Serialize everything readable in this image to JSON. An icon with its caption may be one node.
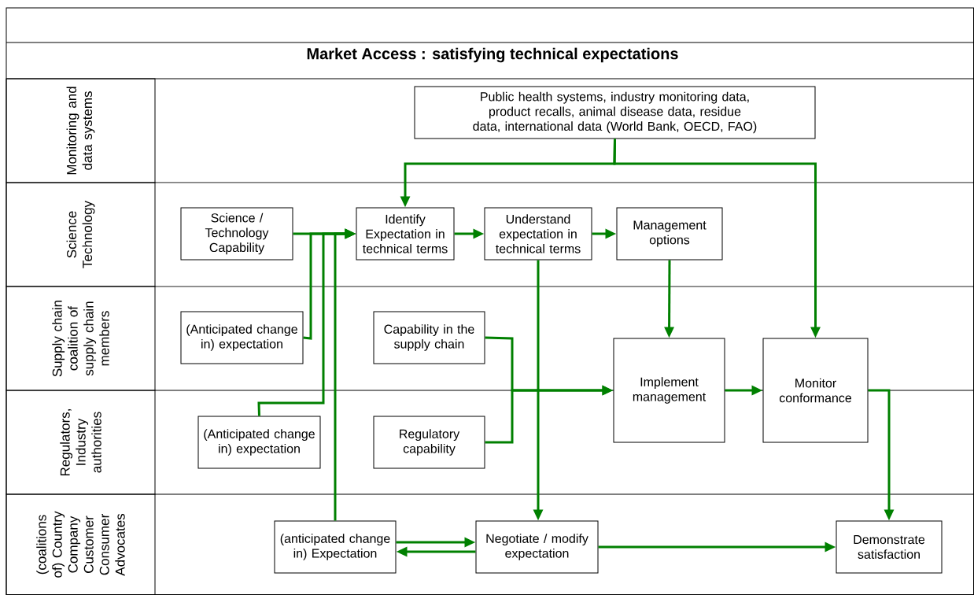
{
  "diagram": {
    "title": "Market Access : satisfying technical expectations",
    "nodes": [
      {
        "text": [
          "Monitoring and data systems"
        ]
      },
      {
        "text": [
          "Science Technology"
        ]
      },
      {
        "text": [
          "Supply chain coalition of supply chain members"
        ]
      },
      {
        "text": [
          "Regulators, Industry authorities"
        ]
      },
      {
        "text": [
          "(coalitions of) Country Company Customer Consumer Advocates"
        ]
      },
      {
        "text": [
          "Public health systems, industry monitoring data, product recalls, animal disease data, residue data, international data (World Bank, OECD, FAO)"
        ]
      },
      {
        "text": [
          "Science / Technology Capability"
        ]
      },
      {
        "text": [
          "Identify Expectation in technical terms"
        ]
      },
      {
        "text": [
          "Understand expectation in technical terms"
        ]
      },
      {
        "text": [
          "Management options"
        ]
      },
      {
        "text": [
          "(Anticipated change in) expectation"
        ]
      },
      {
        "text": [
          "Capability in the supply chain"
        ]
      },
      {
        "text": [
          "Implement management"
        ]
      },
      {
        "text": [
          "Monitor conformance"
        ]
      },
      {
        "text": [
          "(Anticipated change in) expectation"
        ]
      },
      {
        "text": [
          "Regulatory capability"
        ]
      },
      {
        "text": [
          "(anticipated change in) Expectation"
        ]
      },
      {
        "text": [
          "Negotiate / modify expectation"
        ]
      },
      {
        "text": [
          "Demonstrate satisfaction"
        ]
      }
    ],
    "edges": [
      {
        "from": 5,
        "to": 7,
        "arrow": "to"
      },
      {
        "from": 5,
        "to": 13,
        "arrow": "to"
      },
      {
        "from": 6,
        "to": 7,
        "arrow": "to"
      },
      {
        "from": 10,
        "to": 7,
        "arrow": "to"
      },
      {
        "from": 14,
        "to": 7,
        "arrow": "to"
      },
      {
        "from": 16,
        "to": 7,
        "arrow": "to"
      },
      {
        "from": 7,
        "to": 8,
        "arrow": "to"
      },
      {
        "from": 8,
        "to": 9,
        "arrow": "to"
      },
      {
        "from": 9,
        "to": 12,
        "arrow": "to"
      },
      {
        "from": 8,
        "to": 17,
        "arrow": "to"
      },
      {
        "from": 11,
        "to": 12,
        "arrow": "to"
      },
      {
        "from": 15,
        "to": 12,
        "arrow": "to"
      },
      {
        "from": 12,
        "to": 13,
        "arrow": "to"
      },
      {
        "from": 13,
        "to": 18,
        "arrow": "to"
      },
      {
        "from": 16,
        "to": 17,
        "arrow": "to"
      },
      {
        "from": 17,
        "to": 16,
        "arrow": "to"
      },
      {
        "from": 17,
        "to": 18,
        "arrow": "to"
      }
    ]
  }
}
